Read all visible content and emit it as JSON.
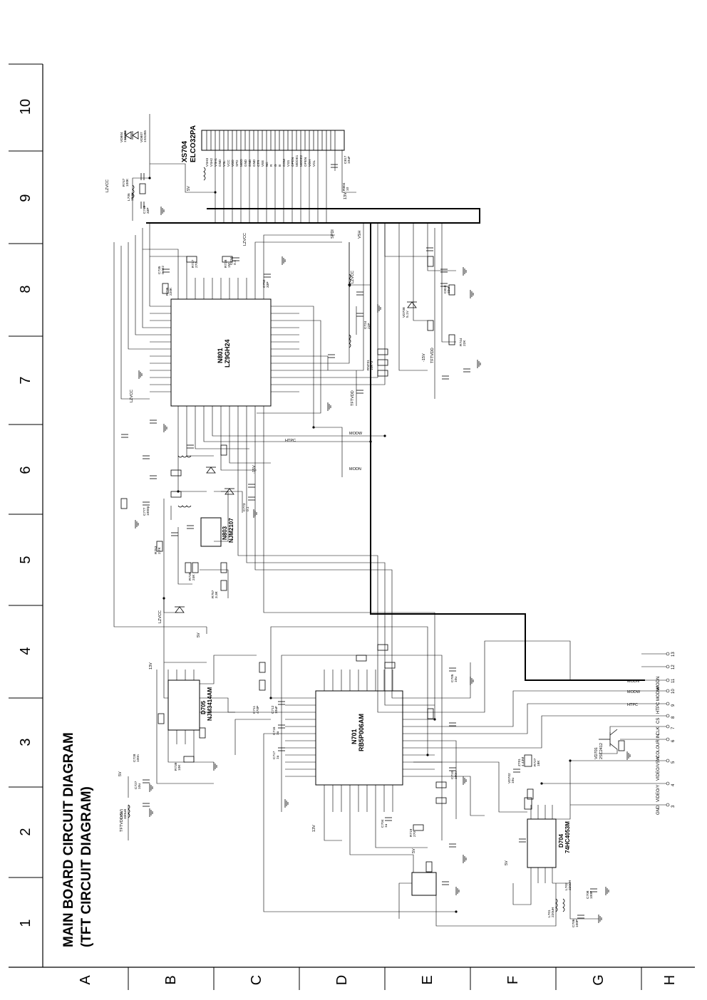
{
  "title": {
    "line1": "MAIN BOARD CIRCUIT DIAGRAM",
    "line2": "(TFT CIRCUIT DIAGRAM)"
  },
  "grid": {
    "rows": [
      "A",
      "B",
      "C",
      "D",
      "E",
      "F",
      "G",
      "H"
    ],
    "cols": [
      "1",
      "2",
      "3",
      "4",
      "5",
      "6",
      "7",
      "8",
      "9",
      "10"
    ]
  },
  "components": {
    "xs704": {
      "ref": "XS704",
      "part": "ELCO32PA"
    },
    "n801": {
      "ref": "N801",
      "part": "LZ9GH24"
    },
    "n701": {
      "ref": "N701",
      "part": "RB5P006AM"
    },
    "d705": {
      "ref": "D705",
      "part": "NJM3414AM"
    },
    "n803": {
      "ref": "N803",
      "part": "NJM2107"
    },
    "d704": {
      "ref": "D704",
      "part": "74HC4053M"
    },
    "vd701": {
      "ref": "VD701",
      "part": "2SC2412"
    }
  },
  "connector_signals": [
    "VSH3",
    "VSH2",
    "VSH1",
    "GND",
    "VSL",
    "VCC",
    "VDD",
    "SPD",
    "MOD",
    "GND",
    "GND",
    "GND",
    "CTR",
    "VEE",
    "NC",
    "R",
    "G",
    "B",
    "COM",
    "VSS",
    "OPEN",
    "MODE1",
    "MODE2",
    "OPEN",
    "VGH",
    "VGL"
  ],
  "right_connector": [
    {
      "pin": "13",
      "name": ""
    },
    {
      "pin": "12",
      "name": ""
    },
    {
      "pin": "11",
      "name": "MODN"
    },
    {
      "pin": "10",
      "name": "MODW"
    },
    {
      "pin": "9",
      "name": "HTPC"
    },
    {
      "pin": "8",
      "name": "CS"
    },
    {
      "pin": "7",
      "name": "CLK"
    },
    {
      "pin": "6",
      "name": "COLOUR IN"
    },
    {
      "pin": "5",
      "name": "VIDEO/VSW"
    },
    {
      "pin": "4",
      "name": "VIDEO/Y"
    },
    {
      "pin": "3",
      "name": "GND"
    }
  ],
  "net_labels": {
    "lzvcc": "LZVCC",
    "v5": "5V",
    "v13": "13V",
    "neg15v": "-15V",
    "tftvdd": "TFTVDD",
    "tftvdd5v": "TFTVDD(5V)",
    "modn": "MODN",
    "modw": "MODW",
    "htpc": "HTPC",
    "spdi": "SPDI",
    "vsh": "VSH"
  },
  "parts": [
    {
      "ref": "R747",
      "val": "100K"
    },
    {
      "ref": "L706",
      "val": "15uH"
    },
    {
      "ref": "C749",
      "val": "33P"
    },
    {
      "ref": "VD804",
      "val": "1SS355"
    },
    {
      "ref": "VD807",
      "val": "1SS355"
    },
    {
      "ref": "R804",
      "val": "10"
    },
    {
      "ref": "C817",
      "val": "10uF"
    },
    {
      "ref": "R736",
      "val": "220K"
    },
    {
      "ref": "C735",
      "val": "0.022"
    },
    {
      "ref": "R737",
      "val": "270"
    },
    {
      "ref": "C734",
      "val": "0.1"
    },
    {
      "ref": "R738",
      "val": "1M"
    },
    {
      "ref": "C750",
      "val": "33P"
    },
    {
      "ref": "VD708",
      "val": "5.1V"
    },
    {
      "ref": "C810",
      "val": "22uF"
    },
    {
      "ref": "R744",
      "val": "22K"
    },
    {
      "ref": "RN701",
      "val": "10K*3"
    },
    {
      "ref": "C724",
      "val": "22P"
    },
    {
      "ref": "C773",
      "val": "0.1"
    },
    {
      "ref": "C777",
      "val": "1000p"
    },
    {
      "ref": "R753",
      "val": "2.7K"
    },
    {
      "ref": "R739",
      "val": "24K"
    },
    {
      "ref": "R757",
      "val": "3.3K"
    },
    {
      "ref": "C711",
      "val": "470P"
    },
    {
      "ref": "C712",
      "val": "10uF"
    },
    {
      "ref": "C705",
      "val": "10u"
    },
    {
      "ref": "C716",
      "val": "1u"
    },
    {
      "ref": "C717",
      "val": "1u"
    },
    {
      "ref": "C704",
      "val": "1u"
    },
    {
      "ref": "C710",
      "val": "100n"
    },
    {
      "ref": "R719",
      "val": "270"
    },
    {
      "ref": "R739",
      "val": "10K"
    },
    {
      "ref": "C728",
      "val": "100n"
    },
    {
      "ref": "C727",
      "val": "10u"
    },
    {
      "ref": "L704",
      "val": "330uH"
    },
    {
      "ref": "VD702",
      "val": "10u"
    },
    {
      "ref": "Z701",
      "val": "4.43M"
    },
    {
      "ref": "R727",
      "val": "18K"
    },
    {
      "ref": "L701",
      "val": "220uH"
    },
    {
      "ref": "L702",
      "val": "220uH"
    },
    {
      "ref": "C706",
      "val": "100P"
    },
    {
      "ref": "C708",
      "val": "100P"
    }
  ],
  "colors": {
    "ink": "#000000",
    "paper": "#ffffff"
  }
}
